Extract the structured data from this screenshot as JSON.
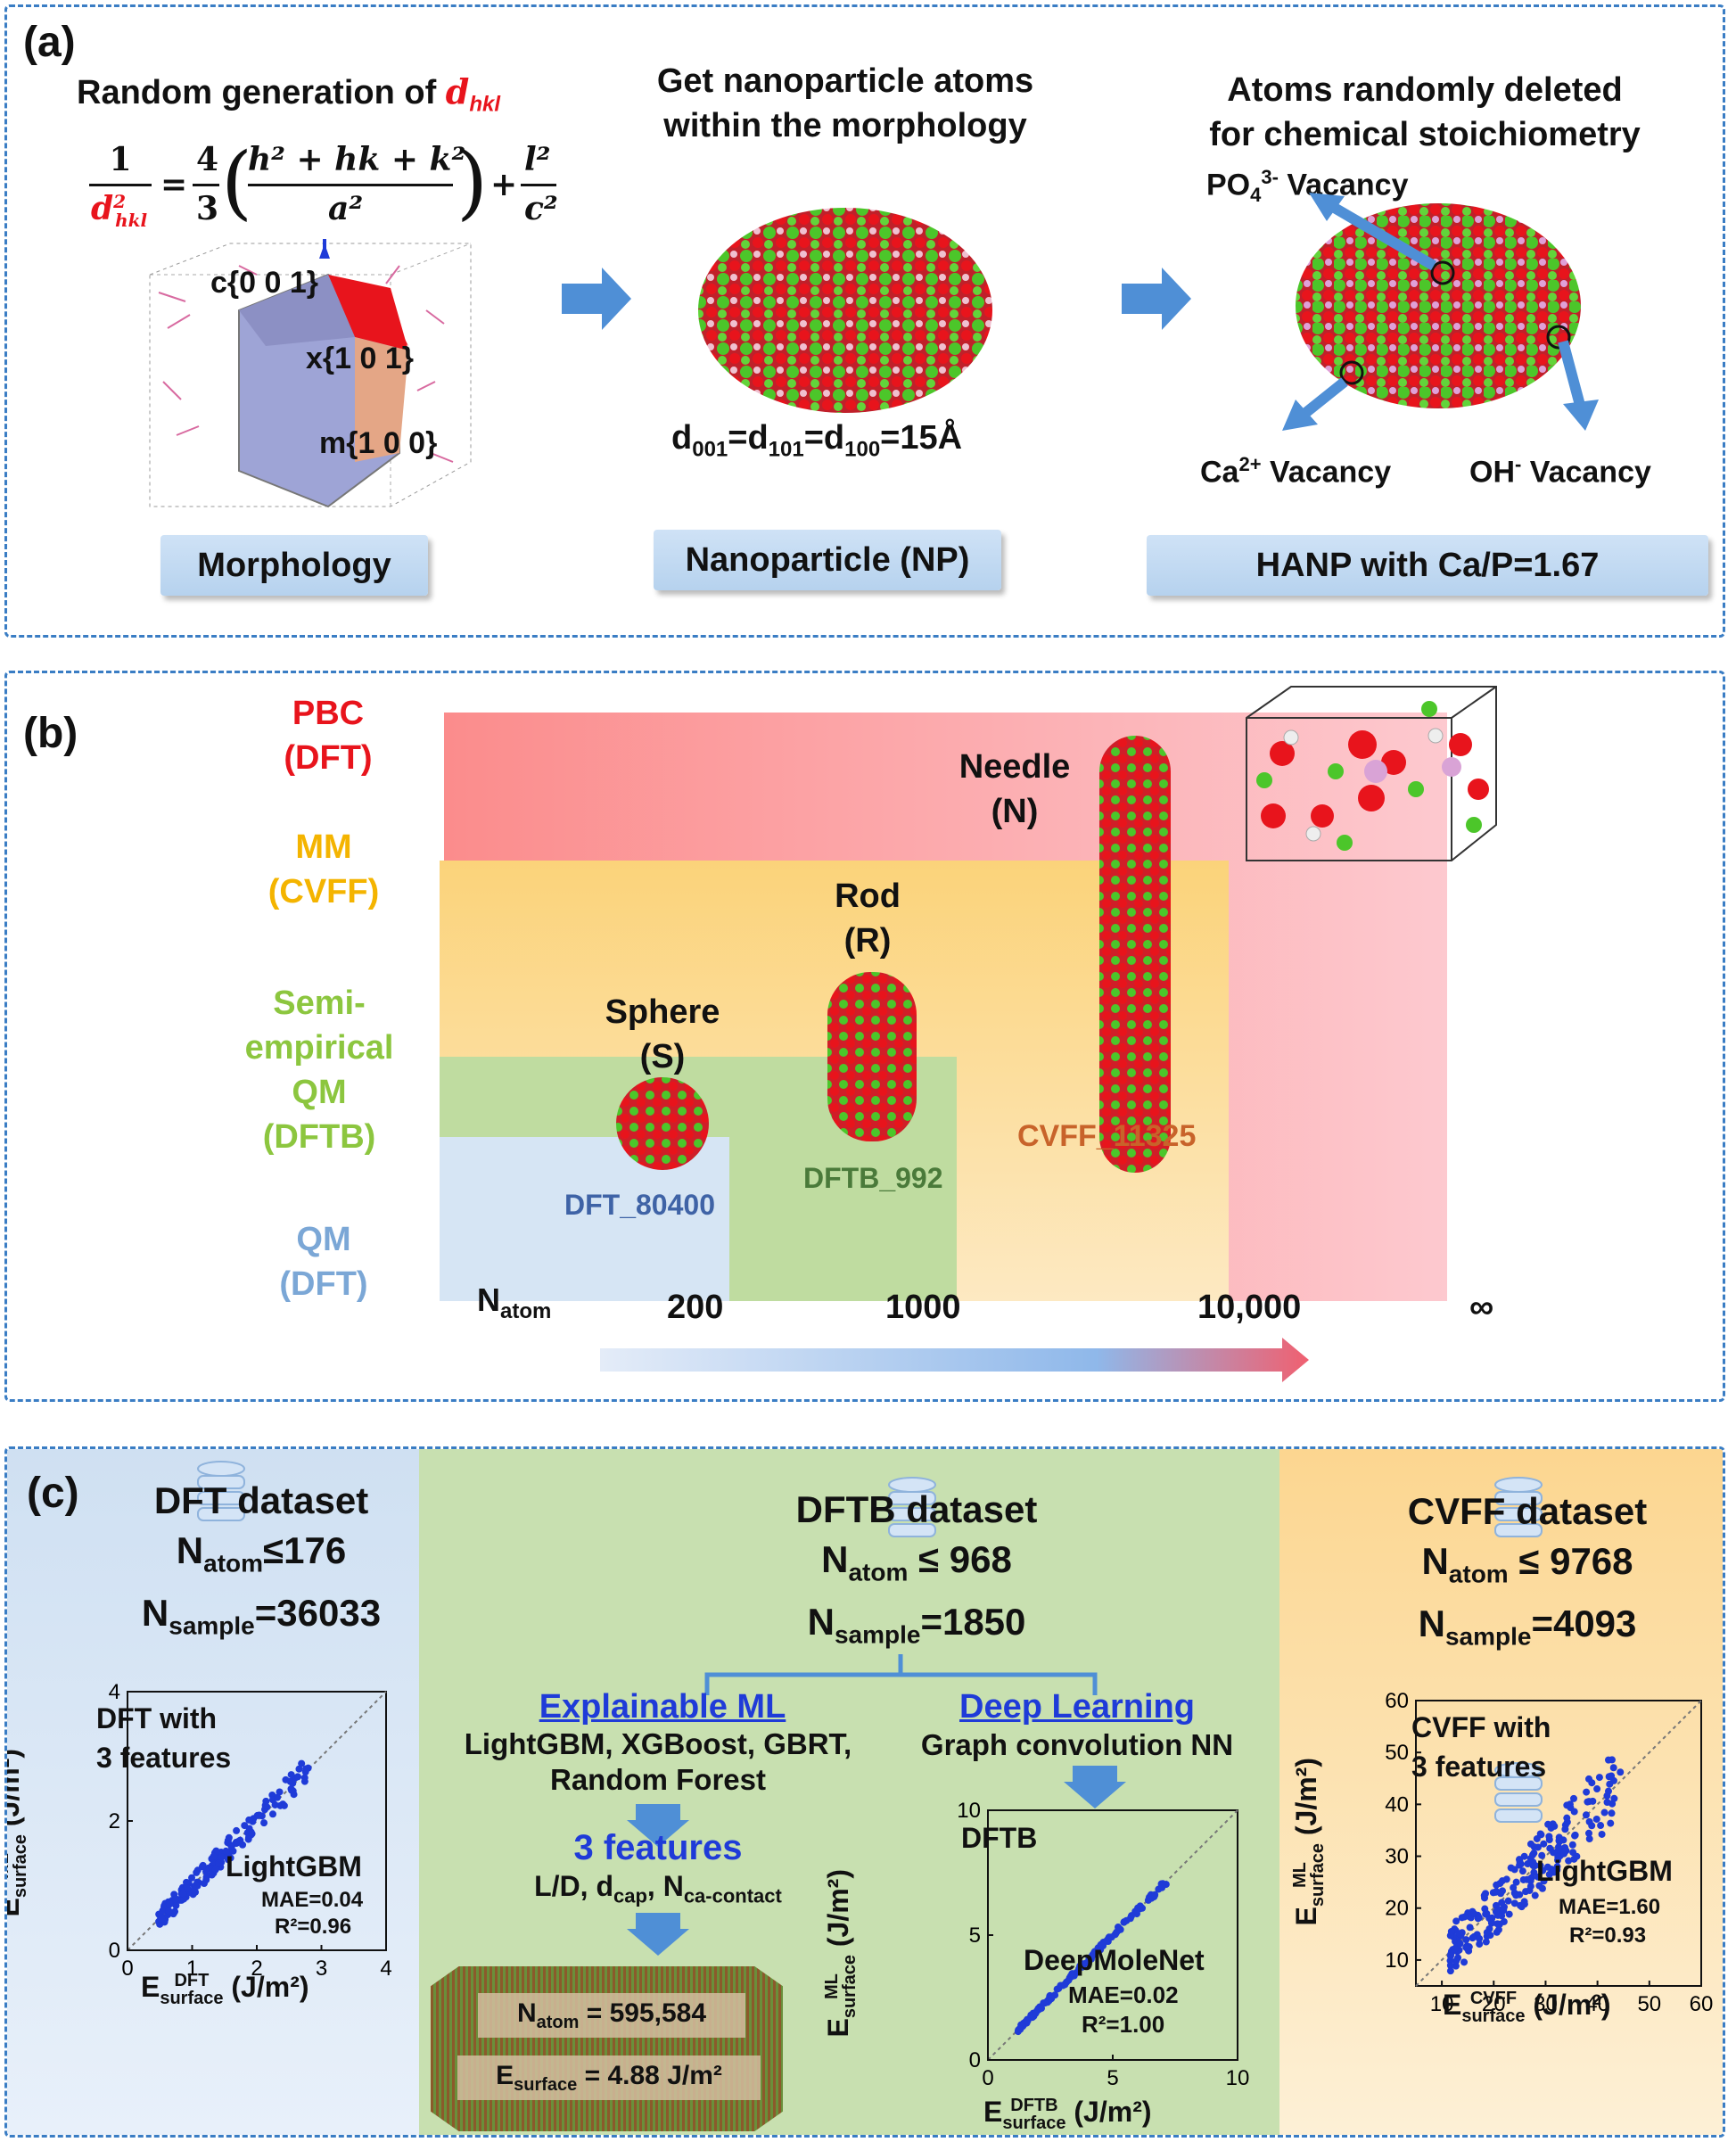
{
  "colors": {
    "border": "#3a7dc4",
    "red": "#e8141c",
    "green": "#4cc62a",
    "blue": "#1f3bd8",
    "link": "#1f3bd8",
    "dft": "#7ba7d6",
    "cvffOrange": "#c8632a",
    "dftbGreen": "#4a7a3a",
    "dftLabel": "#3f63a6"
  },
  "panel_a": {
    "label": "(a)",
    "step1_title_pre": "Random generation of ",
    "step1_title_d": "d",
    "step1_title_sub": "hkl",
    "eq": {
      "one": "1",
      "d": "d",
      "sq": "2",
      "hkl": "hkl",
      "four": "4",
      "three": "3",
      "num": "h² + hk + k²",
      "den": "a²",
      "l": "l²",
      "c": "c²",
      "eqsign": "=",
      "plus": "+"
    },
    "faces": {
      "c": "c{0 0 1}",
      "x": "x{1 0 1}",
      "m": "m{1 0 0}"
    },
    "step2_title1": "Get nanoparticle atoms",
    "step2_title2": "within the morphology",
    "d_eq": {
      "d1": "d",
      "s1": "001",
      "d2": "=d",
      "s2": "101",
      "d3": "=d",
      "s3": "100",
      "val": "=15Å"
    },
    "step3_title1": "Atoms randomly deleted",
    "step3_title2": "for chemical stoichiometry",
    "po4": {
      "pre": "PO",
      "sub": "4",
      "sup": "3-",
      "post": " Vacancy"
    },
    "ca": {
      "pre": "Ca",
      "sup": "2+",
      "post": " Vacancy"
    },
    "oh": {
      "pre": "OH",
      "sup": "-",
      "post": " Vacancy"
    },
    "captions": [
      "Morphology",
      "Nanoparticle (NP)",
      "HANP with Ca/P=1.67"
    ]
  },
  "panel_b": {
    "label": "(b)",
    "levels": [
      {
        "l1": "PBC",
        "l2": "(DFT)",
        "color": "#e8141c"
      },
      {
        "l1": "MM",
        "l2": "(CVFF)",
        "color": "#f4b400"
      },
      {
        "l1": "Semi-",
        "l2": "empirical",
        "l3": "QM",
        "l4": "(DFTB)",
        "color": "#8cc63f"
      },
      {
        "l1": "QM",
        "l2": "(DFT)",
        "color": "#7ba7d6"
      }
    ],
    "shapes": {
      "sphere1": "Sphere",
      "sphere2": "(S)",
      "rod1": "Rod",
      "rod2": "(R)",
      "needle1": "Needle",
      "needle2": "(N)"
    },
    "datasets": {
      "dft": "DFT_80400",
      "dftb": "DFTB_992",
      "cvff": "CVFF_11325"
    },
    "axis": {
      "n": "N",
      "sub": "atom",
      "t1": "200",
      "t2": "1000",
      "t3": "10,000",
      "t4": "∞"
    }
  },
  "panel_c": {
    "label": "(c)",
    "dft": {
      "title": "DFT dataset",
      "n1": "N",
      "s1": "atom",
      "v1": "≤176",
      "n2": "N",
      "s2": "sample",
      "v2": "=36033"
    },
    "dftb": {
      "title": "DFTB dataset",
      "n1": "N",
      "s1": "atom",
      "v1": " ≤ 968",
      "n2": "N",
      "s2": "sample",
      "v2": "=1850"
    },
    "cvff": {
      "title": "CVFF dataset",
      "n1": "N",
      "s1": "atom",
      "v1": " ≤ 9768",
      "n2": "N",
      "s2": "sample",
      "v2": "=4093"
    },
    "explainable": "Explainable ML",
    "models1": "LightGBM, XGBoost, GBRT,",
    "models2": "Random Forest",
    "deep": "Deep Learning",
    "gcnn": "Graph convolution NN",
    "features": "3 features",
    "featlist": {
      "a": "L/D, d",
      "b": "cap",
      "c": ", N",
      "d": "ca-contact"
    },
    "slab": {
      "n": "N",
      "s": "atom",
      "v": " = 595,584",
      "e": "E",
      "es": "surface",
      "ev": " = 4.88 J/m²"
    },
    "plot_dft": {
      "note1": "DFT with",
      "note2": "3 features",
      "model": "LightGBM",
      "mae": "MAE=0.04",
      "r2": "R²=0.96",
      "ticks": [
        "0",
        "1",
        "2",
        "3",
        "4"
      ],
      "yticks": [
        "0",
        "2",
        "4"
      ],
      "xlab": "E",
      "xsup": "DFT",
      "xsub": "surface",
      "unit": " (J/m²)",
      "ylab": "E",
      "ysup": "ML",
      "ysub": "surface"
    },
    "plot_dftb": {
      "note": "DFTB",
      "model": "DeepMoleNet",
      "mae": "MAE=0.02",
      "r2": "R²=1.00",
      "ticks": [
        "0",
        "5",
        "10"
      ],
      "xsup": "DFTB"
    },
    "plot_cvff": {
      "note1": "CVFF with",
      "note2": "3 features",
      "model": "LightGBM",
      "mae": "MAE=1.60",
      "r2": "R²=0.93",
      "xticks": [
        "10",
        "20",
        "30",
        "40",
        "50",
        "60"
      ],
      "yticks": [
        "10",
        "20",
        "30",
        "40",
        "50",
        "60"
      ],
      "xsup": "CVFF"
    }
  }
}
